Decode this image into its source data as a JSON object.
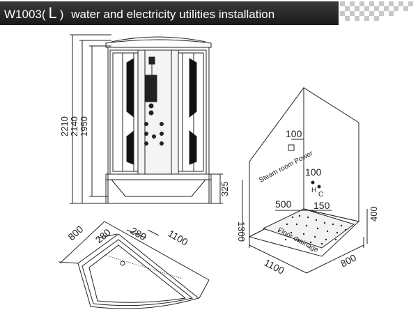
{
  "header": {
    "model": "W1003(",
    "variant": "L",
    "close": ")",
    "subtitle": "water and electricity utilities installation"
  },
  "front_view": {
    "height_overall": "2210",
    "height_mid": "2140",
    "height_inner": "1950",
    "base_height": "325"
  },
  "plan_view": {
    "side_a": "800",
    "side_b": "1100",
    "offset_left": "280",
    "offset_right": "280"
  },
  "iso_view": {
    "power_height": "100",
    "power_label": "Steam room Power",
    "water_height": "100",
    "hot_label": "H",
    "cold_label": "C",
    "height_1300": "1300",
    "dim_500": "500",
    "dim_150": "150",
    "height_400": "400",
    "drain_label": "Floor drainage",
    "width_1100": "1100",
    "depth_800": "800"
  },
  "colors": {
    "header_bg": "#262626",
    "header_text": "#ffffff",
    "line": "#222222",
    "checker": "#c8c8c8"
  }
}
